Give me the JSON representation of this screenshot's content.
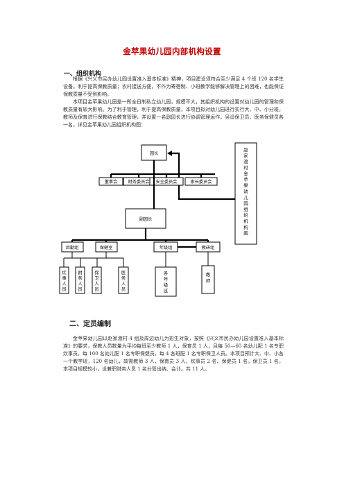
{
  "doc": {
    "title": "金苹果幼儿园内部机构设置",
    "section1_heading": "一、组织机构",
    "section1_para1": "根据《兴义市民办幼儿园设置准入基本标准》精神，项目建设须符合至少满足 4 个班 120 名学生设备。利于提高保教质量；农村接送方便，不作为寄宿制、小班教学能够解决管理上的困难，也能保证保教质量不受到影响。",
    "section1_para2": "本项目金苹果幼儿园是一所全日制私立幼儿园，规模不大，其组织机构的设置对幼儿园的管理和保教质量有较大影响。为了利于管理，利于提高保教质量，本项目拟对幼儿园进行实行大、中、小分班，教师及保育进行保教结合教育管理，并设置一名副园长进行协调管理运作，另设保卫员、医务保健员各一名。详见金苹果幼儿园组织机构图：",
    "section2_heading": "二、定员编制",
    "section2_para": "金苹果幼儿园以赵家渡村 4 组及周边幼儿为招生对象，按照《兴义市民办幼儿园设置准入基本标准》的要求，保教人员数量为平均每班至少教师 1 人，保育员 1 人，且每 50—60 名幼儿配 1 名专职炊事员，每 100 名幼儿配 1 名专职保健员，每 4 各班配 1 名专职保卫人员。本项目预计大、中、小各一个教学班，120 名幼儿，故需教师 3 人，保育员 3 人，炊事员 2 名、保健员 1 名，保卫员 1 名，本项目规模较小，设兼职财务人员 1 名分管出纳、会计。共 11 人。"
  },
  "org_chart": {
    "director": "园长",
    "side_title": "赵家渡村金苹果幼儿园组织机构图",
    "committees": [
      "董事会",
      "财务委员会",
      "安全委员会",
      "家长委员会"
    ],
    "vice_director": "副园长",
    "departments": [
      "后勤组",
      "保健室",
      "年级组",
      "教研组"
    ],
    "staff": [
      "炊事人员",
      "财务人员",
      "保卫人员",
      "医务人员"
    ],
    "grade_units": [
      "各年级班",
      "教师"
    ]
  }
}
